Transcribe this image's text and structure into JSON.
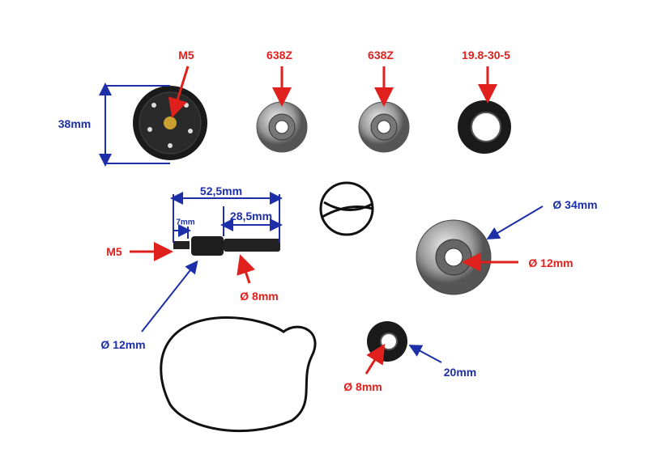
{
  "colors": {
    "red": "#e0201c",
    "blue": "#1c2fa8"
  },
  "labels": {
    "impeller_thread": "M5",
    "bearing1": "638Z",
    "bearing2": "638Z",
    "oil_seal": "19.8-30-5",
    "impeller_diameter": "38mm",
    "shaft_length": "52,5mm",
    "shaft_thread_length": "7mm",
    "shaft_end_length": "28,5mm",
    "shaft_thread": "M5",
    "shaft_diameter": "Ø 8mm",
    "shaft_collar_diameter": "Ø 12mm",
    "seal_outer": "Ø 34mm",
    "seal_inner": "Ø 12mm",
    "small_seal_width": "20mm",
    "small_seal_inner": "Ø 8mm"
  }
}
